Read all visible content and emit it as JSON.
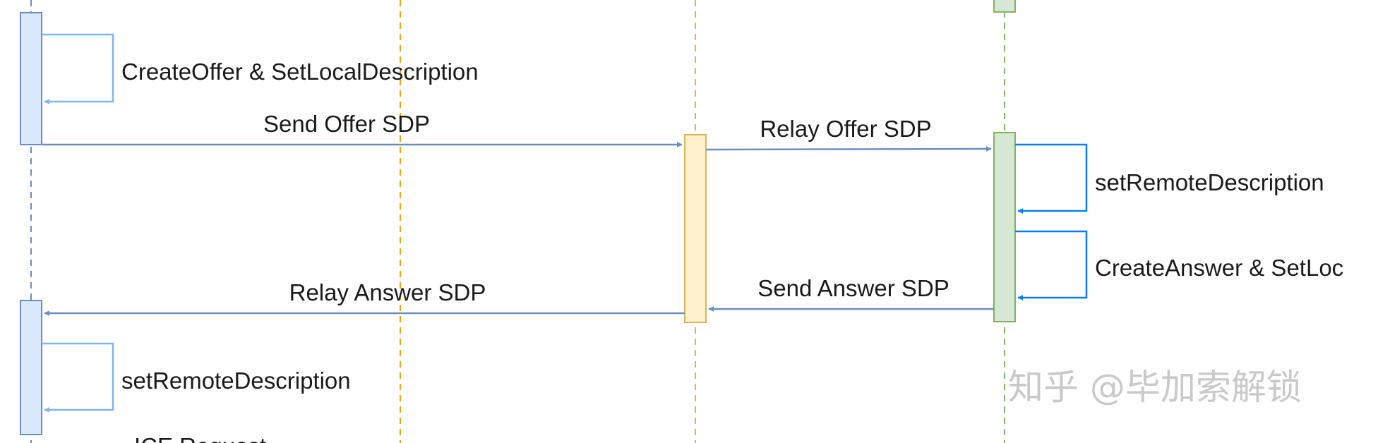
{
  "diagram": {
    "messages": {
      "create_offer": "CreateOffer &  SetLocalDescription",
      "send_offer": "Send Offer SDP",
      "relay_offer": "Relay Offer SDP",
      "set_remote_right": "setRemoteDescription",
      "create_answer": "CreateAnswer &  SetLoc",
      "send_answer": "Send Answer SDP",
      "relay_answer": "Relay Answer SDP",
      "set_remote_left": "setRemoteDescription",
      "ice_request_partial": "ICE Request"
    },
    "colors": {
      "caller_fill": "#dae8fc",
      "caller_stroke": "#6c8ebf",
      "server_fill": "#fff2cc",
      "server_stroke": "#d6b656",
      "callee_fill": "#d5e8d4",
      "callee_stroke": "#82b366",
      "orange_lifeline": "#f0a30a",
      "message_arrow": "#6c8ebf",
      "self_loop_left": "#7eb6f2",
      "self_loop_right": "#0a7ef2"
    }
  },
  "watermark": "知乎 @毕加索解锁"
}
